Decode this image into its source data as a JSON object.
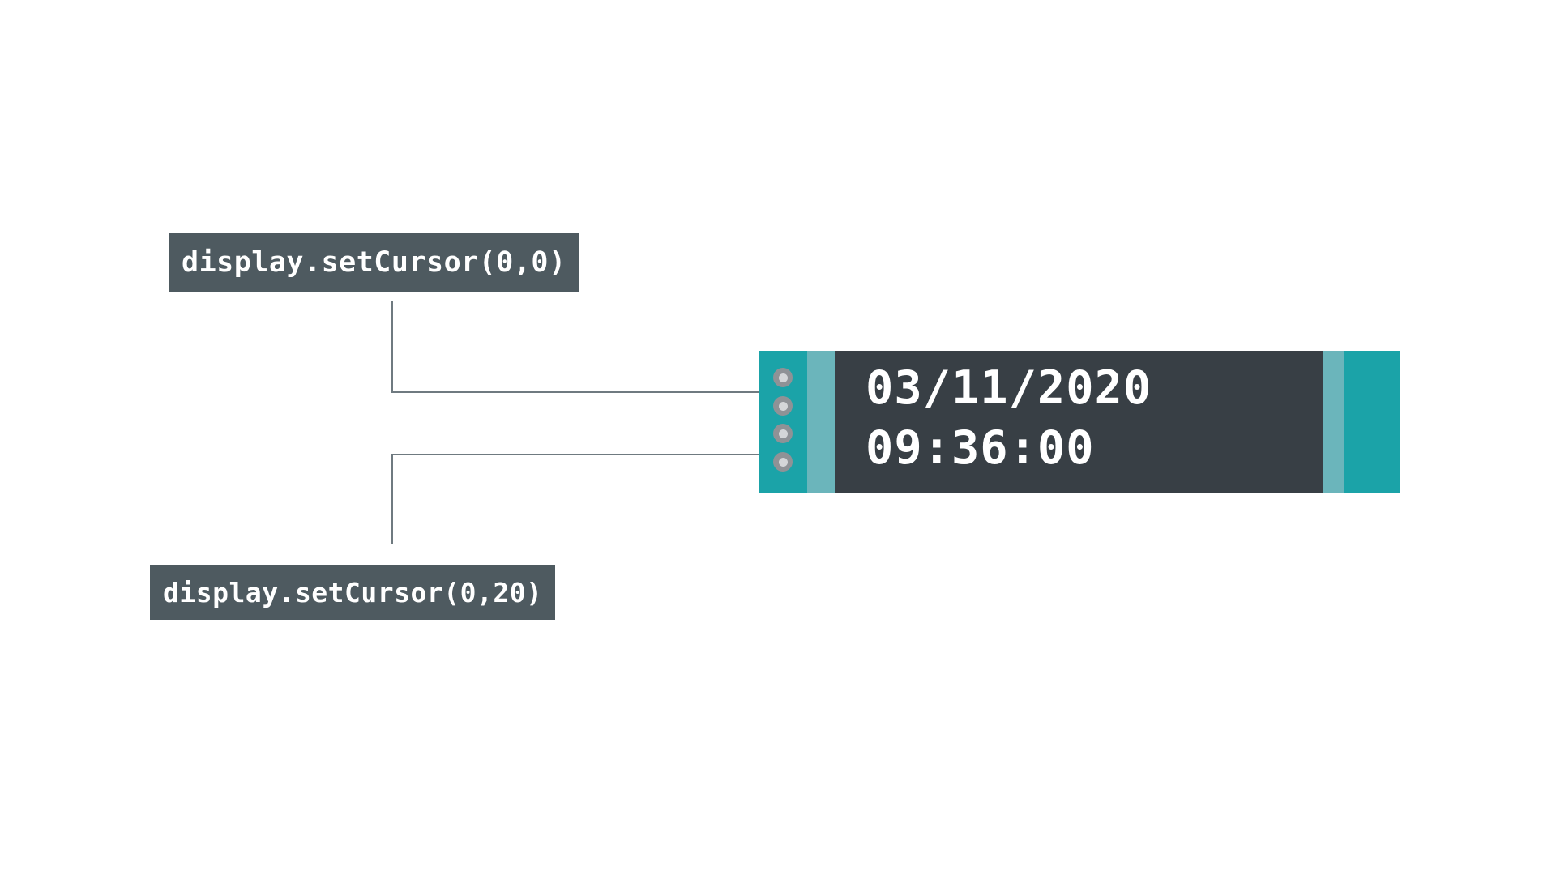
{
  "diagram": {
    "title": "display.setCursor annotation",
    "background_color": "#ffffff"
  },
  "callouts": [
    {
      "id": "cursor-origin",
      "label": "display.setCursor(0,0)",
      "background_color": "#4e5a60",
      "text_color": "#ffffff",
      "points_to": "screen-line-1"
    },
    {
      "id": "cursor-second-row",
      "label": "display.setCursor(0,20)",
      "background_color": "#4e5a60",
      "text_color": "#ffffff",
      "points_to": "screen-line-2"
    }
  ],
  "display_module": {
    "screen_background": "#383f45",
    "pcb_color": "#1ba3a8",
    "pcb_band_color": "#6bb5bb",
    "pin_color": "#8f9296",
    "pin_inner_color": "#d4d6d8",
    "pin_count": 4,
    "screen_lines": [
      "03/11/2020",
      "09:36:00"
    ],
    "screen_text_color": "#ffffff"
  },
  "leader_lines": {
    "color": "#6f7a80",
    "width": 2
  }
}
